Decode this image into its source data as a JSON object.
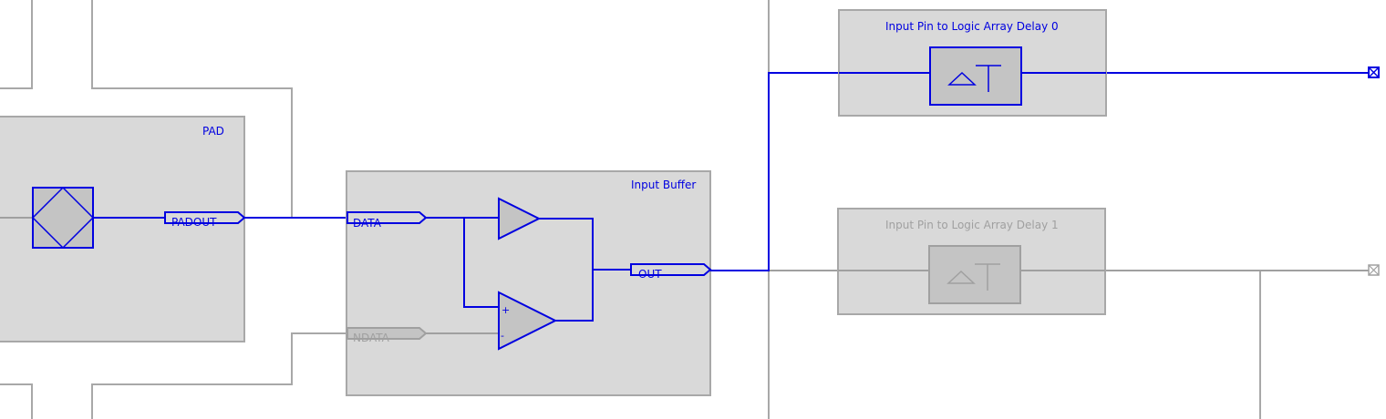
{
  "colors": {
    "active": "#0000e0",
    "inactive": "#a0a0a0",
    "block_fill": "#d9d9d9",
    "block_border": "#a8a8a8",
    "symbol_fill": "#c4c4c4",
    "background": "#ffffff"
  },
  "blocks": {
    "pad": {
      "title": "PAD"
    },
    "input_buffer": {
      "title": "Input Buffer"
    },
    "delay_0": {
      "title": "Input Pin to Logic Array Delay 0",
      "state": "active"
    },
    "delay_1": {
      "title": "Input Pin to Logic Array Delay 1",
      "state": "inactive"
    }
  },
  "ports": {
    "padout": "PADOUT",
    "data": "DATA",
    "ndata": "NDATA",
    "out": "OUT"
  },
  "comparator": {
    "plus": "+",
    "minus": "-"
  },
  "icons": {
    "pad": "pad-diamond-icon",
    "delay": "delay-element-icon",
    "terminal": "boxed-x-terminal-icon"
  }
}
